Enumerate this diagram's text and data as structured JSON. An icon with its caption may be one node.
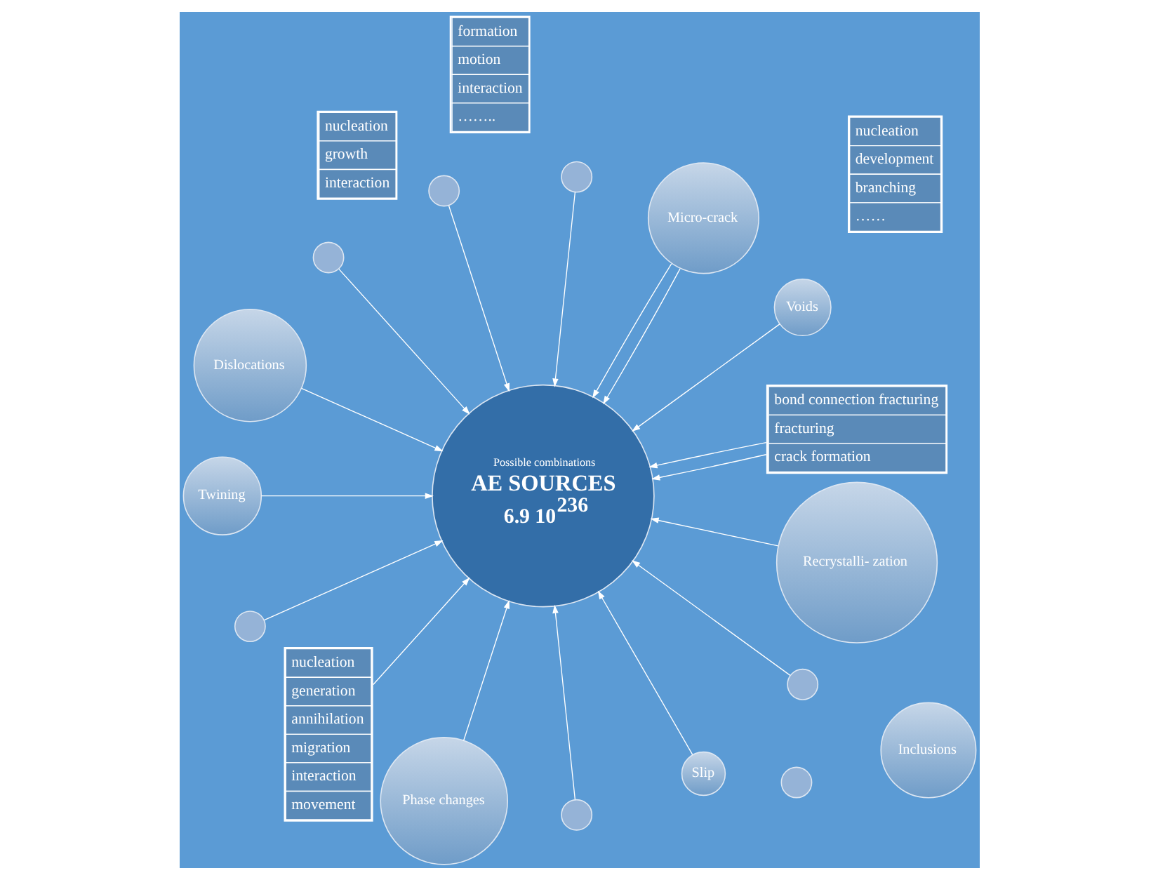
{
  "diagram": {
    "nodes": [
      {
        "text": [
          "nucleation",
          "development",
          "branching",
          "……"
        ]
      },
      {
        "text": [
          "nucleation",
          "growth",
          "interaction"
        ]
      },
      {
        "text": [
          "bond connection fracturing",
          "fracturing",
          "crack formation"
        ]
      },
      {
        "text": [
          "Voids"
        ]
      },
      {
        "text": [
          "Micro-crack"
        ]
      },
      {
        "text": [
          "Inclusions"
        ]
      },
      {
        "text": [],
        "shape": "circle"
      },
      {
        "text": [],
        "shape": "circle"
      },
      {
        "text": [
          "Possible combinations",
          "AE SOURCES",
          "6.9 10$^{236}$"
        ]
      },
      {
        "text": [],
        "shape": "circle"
      },
      {
        "text": [
          "Dislocations"
        ]
      },
      {
        "text": [
          "Twining"
        ]
      },
      {
        "text": [],
        "shape": "circle"
      },
      {
        "text": [
          "nucleation",
          "generation",
          "annihilation",
          "migration",
          "interaction",
          "movement"
        ]
      },
      {
        "text": [],
        "shape": "circle"
      },
      {
        "text": [
          "Phase changes"
        ]
      },
      {
        "text": [],
        "shape": "circle"
      },
      {
        "text": [
          "formation",
          "motion",
          "interaction",
          "…….."
        ]
      },
      {
        "text": [
          "Slip"
        ]
      },
      {
        "text": [],
        "shape": "circle"
      },
      {
        "text": [
          "Recrystalli- zation"
        ]
      }
    ],
    "edges": [
      {
        "from": 4,
        "to": 8,
        "arrow": "to"
      },
      {
        "from": 4,
        "to": 8,
        "arrow": "to"
      },
      {
        "from": 7,
        "to": 8,
        "arrow": "to"
      },
      {
        "from": 9,
        "to": 8,
        "arrow": "to"
      },
      {
        "from": 10,
        "to": 8,
        "arrow": "to"
      },
      {
        "from": 13,
        "to": 8,
        "arrow": "to"
      },
      {
        "from": 16,
        "to": 8,
        "arrow": "to"
      },
      {
        "from": 3,
        "to": 8,
        "arrow": "to"
      },
      {
        "from": 6,
        "to": 8,
        "arrow": "to"
      },
      {
        "from": 2,
        "to": 8,
        "arrow": "to"
      },
      {
        "from": 2,
        "to": 8,
        "arrow": "to"
      },
      {
        "from": 11,
        "to": 8,
        "arrow": "to"
      },
      {
        "from": 12,
        "to": 8,
        "arrow": "to"
      },
      {
        "from": 15,
        "to": 8,
        "arrow": "to"
      },
      {
        "from": 20,
        "to": 8,
        "arrow": "to"
      },
      {
        "from": 18,
        "to": 8,
        "arrow": "to"
      },
      {
        "from": 19,
        "to": 8,
        "arrow": "to"
      }
    ]
  }
}
